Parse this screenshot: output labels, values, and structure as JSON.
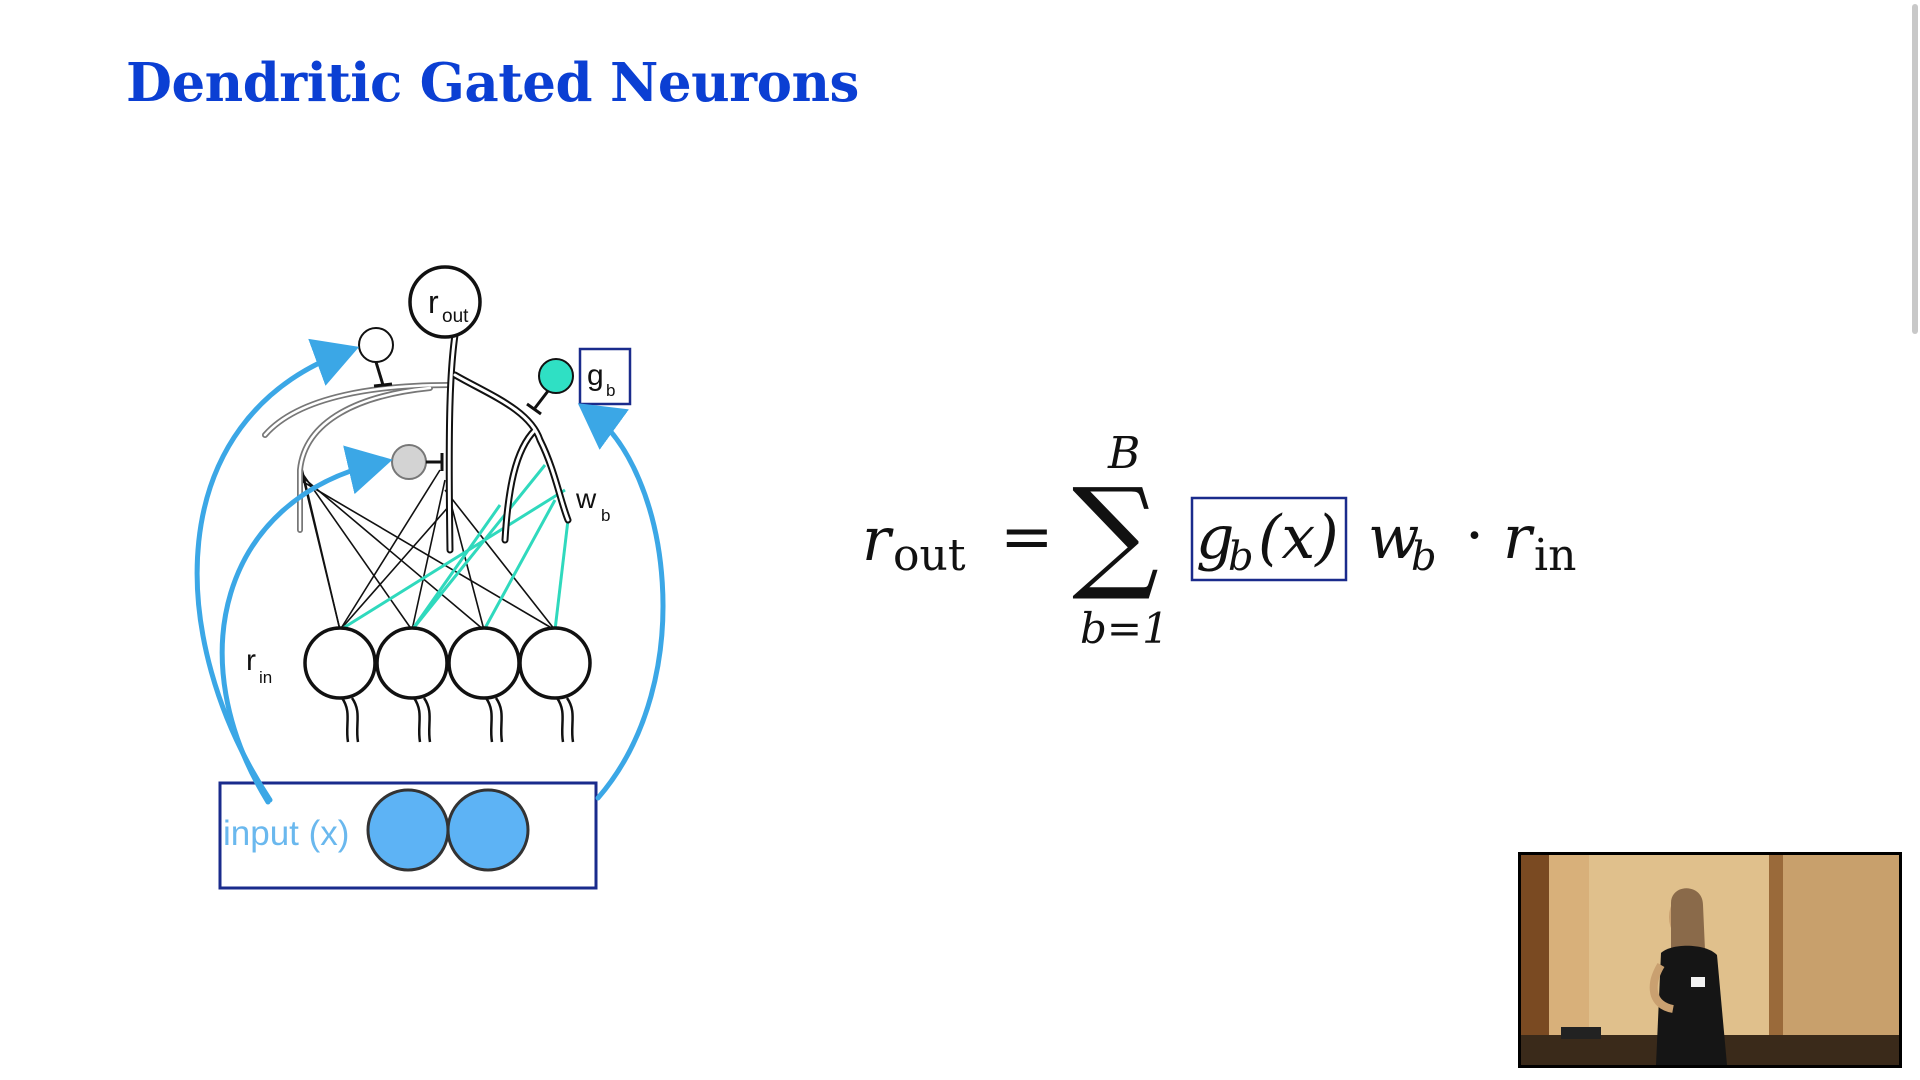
{
  "slide": {
    "title": "Dendritic Gated Neurons"
  },
  "diagram": {
    "output_neuron_label": "r",
    "output_neuron_sub": "out",
    "input_neurons_label": "r",
    "input_neurons_sub": "in",
    "gate_label": "g",
    "gate_sub": "b",
    "weight_label": "w",
    "weight_sub": "b",
    "input_box_label": "input (x)",
    "colors": {
      "arrow_blue": "#3ba7e6",
      "gate_teal": "#2fe0c4",
      "highlight_box": "#1a2b8c",
      "input_circle_fill": "#5db3f5",
      "inhibitory_grey": "#d3d3d3"
    }
  },
  "equation": {
    "lhs": "r",
    "lhs_sub": "out",
    "equals": "=",
    "sum_symbol": "∑",
    "sum_upper": "B",
    "sum_lower": "b=1",
    "gate_term": "g",
    "gate_term_sub": "b",
    "gate_term_arg": "(x)",
    "weight": "w",
    "weight_sub": "b",
    "dot": "·",
    "rhs": "r",
    "rhs_sub": "in"
  }
}
